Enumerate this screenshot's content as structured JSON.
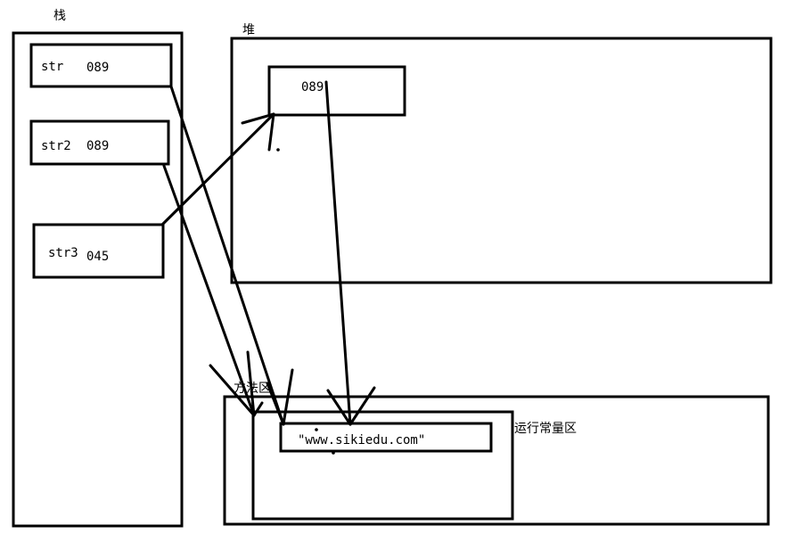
{
  "regions": {
    "stack_label": "栈",
    "heap_label": "堆",
    "method_area_label": "方法区",
    "constant_pool_label": "运行常量区"
  },
  "stack": {
    "vars": [
      {
        "name": "str",
        "value": "089"
      },
      {
        "name": "str2",
        "value": "089"
      },
      {
        "name": "str3",
        "value": "045"
      }
    ]
  },
  "heap": {
    "object": {
      "value": "089"
    }
  },
  "constant_pool": {
    "literal": "\"www.sikiedu.com\""
  }
}
